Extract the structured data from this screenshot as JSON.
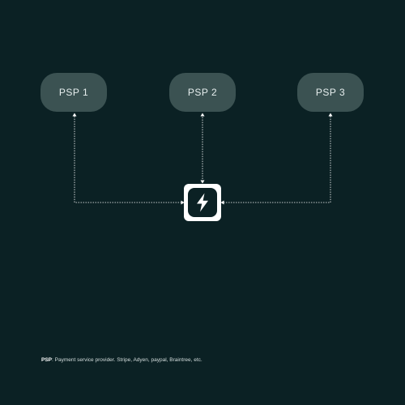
{
  "nodes": {
    "psp1": "PSP 1",
    "psp2": "PSP 2",
    "psp3": "PSP 3"
  },
  "hub": {
    "icon": "lightning-bolt-icon"
  },
  "footnote": {
    "term": "PSP",
    "definition": ": Payment service provider. Stripe, Adyen, paypal, Braintree, etc."
  },
  "colors": {
    "background": "#0b2124",
    "node_fill": "#3b5252",
    "node_text": "#e6eeee",
    "connector": "#ffffff",
    "hub_fill": "#ffffff",
    "hub_icon": "#0b2124"
  }
}
